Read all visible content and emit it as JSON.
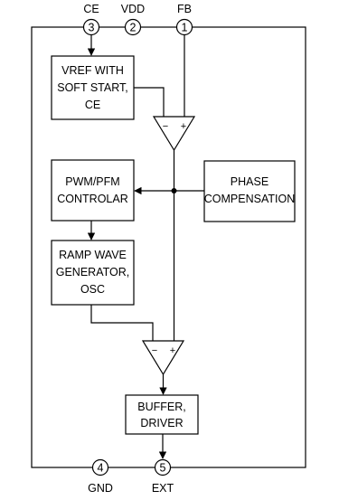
{
  "pins": {
    "ce": {
      "number": "3",
      "label": "CE"
    },
    "vdd": {
      "number": "2",
      "label": "VDD"
    },
    "fb": {
      "number": "1",
      "label": "FB"
    },
    "gnd": {
      "number": "4",
      "label": "GND"
    },
    "ext": {
      "number": "5",
      "label": "EXT"
    }
  },
  "blocks": {
    "vref": {
      "lines": [
        "VREF WITH",
        "SOFT START,",
        "CE"
      ]
    },
    "pwm": {
      "lines": [
        "PWM/PFM",
        "CONTROLAR"
      ]
    },
    "ramp": {
      "lines": [
        "RAMP WAVE",
        "GENERATOR,",
        "OSC"
      ]
    },
    "phase": {
      "lines": [
        "PHASE",
        "COMPENSATION"
      ]
    },
    "buffer": {
      "lines": [
        "BUFFER,",
        "DRIVER"
      ]
    }
  },
  "comparators": {
    "upper": {
      "minus": "−",
      "plus": "+"
    },
    "lower": {
      "minus": "−",
      "plus": "+"
    }
  },
  "colors": {
    "stroke": "#000000",
    "background": "#ffffff"
  }
}
